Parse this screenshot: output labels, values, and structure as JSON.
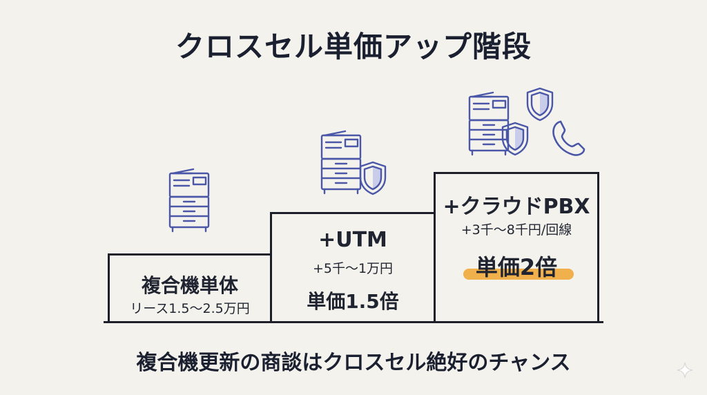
{
  "title": "クロスセル単価アップ階段",
  "steps": [
    {
      "name": "複合機単体",
      "price": "リース1.5～2.5万円",
      "icons": [
        "printer-icon"
      ]
    },
    {
      "name": "+UTM",
      "price": "+5千～1万円",
      "multiplier": "単価1.5倍",
      "icons": [
        "printer-icon",
        "shield-icon"
      ]
    },
    {
      "name": "+クラウドPBX",
      "price": "+3千～8千円/回線",
      "multiplier": "単価2倍",
      "icons": [
        "printer-icon",
        "shield-icon",
        "shield-icon",
        "phone-icon"
      ]
    }
  ],
  "footer": "複合機更新の商談はクロスセル絶好のチャンス",
  "colors": {
    "line": "#1c1f2a",
    "icon": "#4a57a8",
    "highlight": "#f0a83a",
    "background": "#f4f2ec"
  }
}
